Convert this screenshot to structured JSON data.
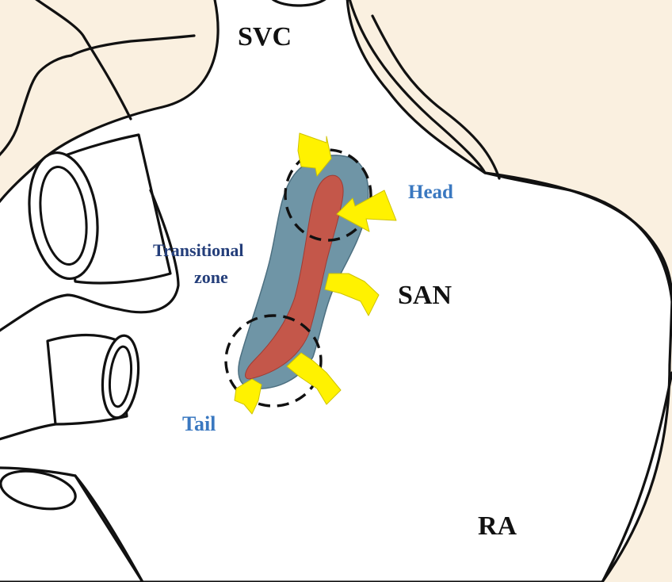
{
  "labels": {
    "svc": "SVC",
    "head": "Head",
    "transitional_line1": "Transitional",
    "transitional_line2": "zone",
    "san": "SAN",
    "tail": "Tail",
    "ra": "RA"
  },
  "colors": {
    "background": "#faf0e0",
    "transitional_zone": "#6f95a6",
    "san_core": "#c4574a",
    "arrows": "#fff200",
    "blue_label": "#3a78c0",
    "navy_label": "#243e7a",
    "black_label": "#111111"
  }
}
